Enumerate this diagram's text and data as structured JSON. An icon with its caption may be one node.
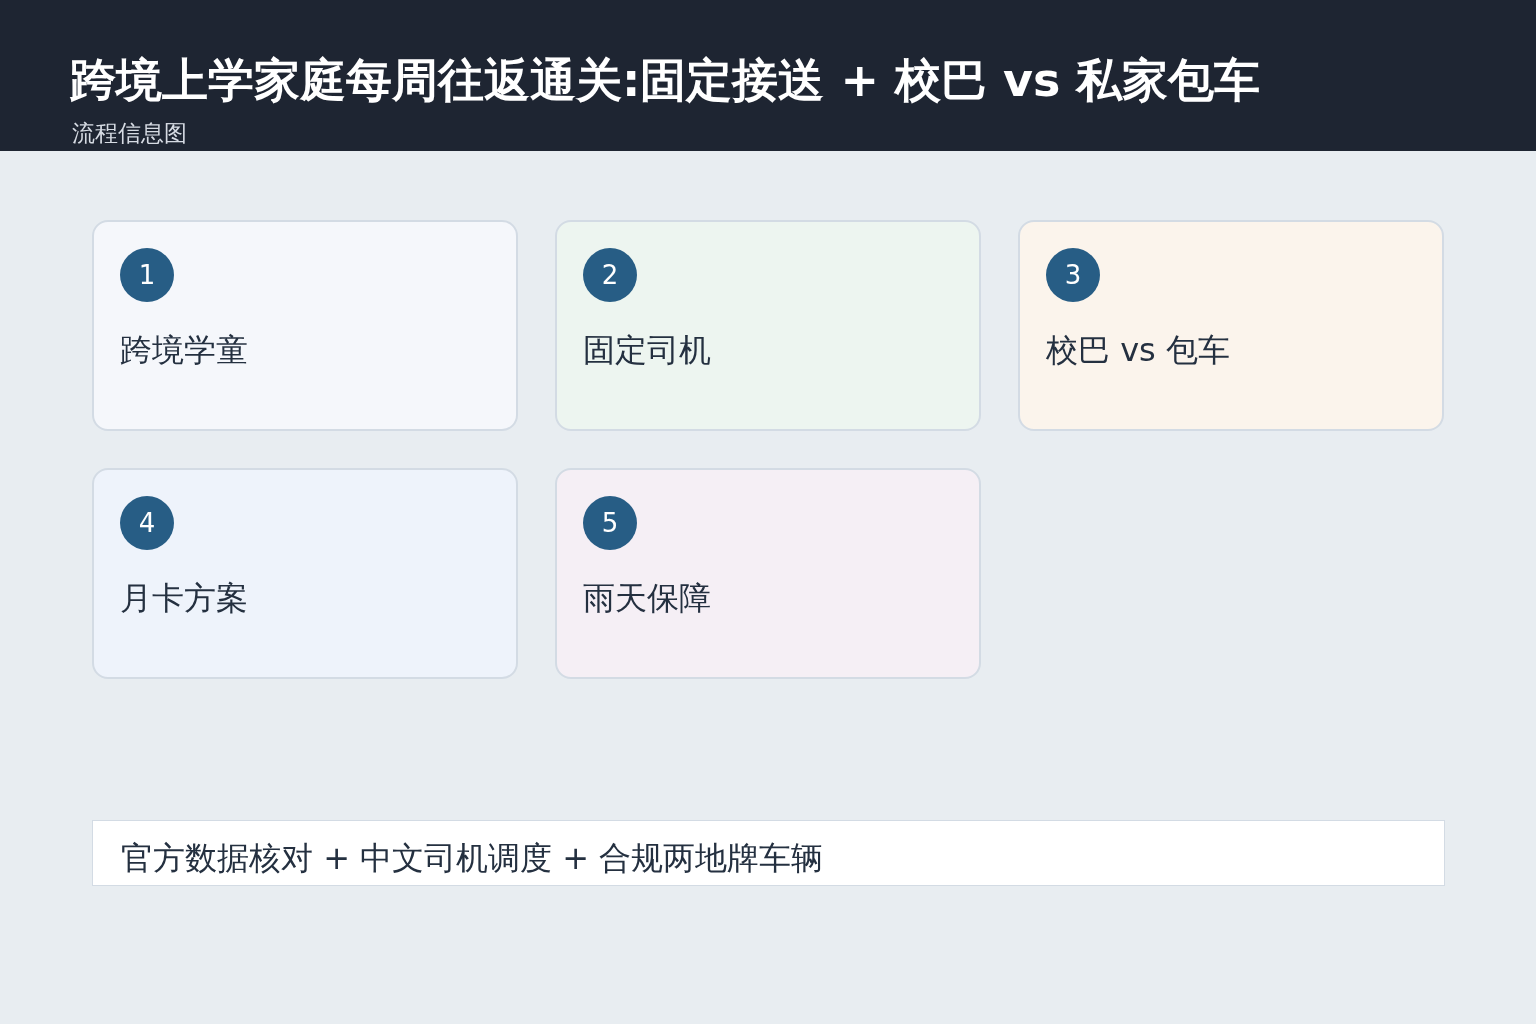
{
  "diagram": {
    "title": "跨境上学家庭每周往返通关:固定接送 + 校巴 vs 私家包车",
    "nodes": [
      {
        "text": [
          "1",
          "跨境学童"
        ]
      },
      {
        "text": [
          "2",
          "固定司机"
        ]
      },
      {
        "text": [
          "3",
          "校巴 vs 包车"
        ]
      },
      {
        "text": [
          "4",
          "月卡方案"
        ]
      },
      {
        "text": [
          "5",
          "雨天保障"
        ]
      },
      {
        "text": [
          "官方数据核对 + 中文司机调度 + 合规两地牌车辆"
        ]
      }
    ],
    "labels": [
      "流程信息图"
    ]
  }
}
